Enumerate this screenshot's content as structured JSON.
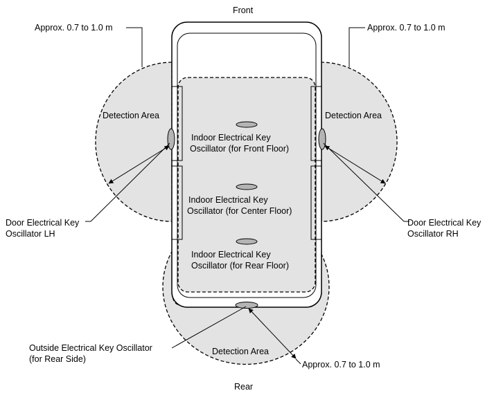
{
  "labels": {
    "front": "Front",
    "rear": "Rear",
    "approx_left": "Approx. 0.7 to 1.0 m",
    "approx_right": "Approx. 0.7 to 1.0 m",
    "approx_rear": "Approx. 0.7 to 1.0 m",
    "detection_left": "Detection Area",
    "detection_right": "Detection Area",
    "detection_rear": "Detection Area",
    "door_lh_line1": "Door Electrical Key",
    "door_lh_line2": "Oscillator LH",
    "door_rh_line1": "Door Electrical Key",
    "door_rh_line2": "Oscillator RH",
    "indoor_front_line1": "Indoor Electrical Key",
    "indoor_front_line2": "Oscillator (for Front Floor)",
    "indoor_center_line1": "Indoor Electrical Key",
    "indoor_center_line2": "Oscillator (for Center Floor)",
    "indoor_rear_line1": "Indoor Electrical Key",
    "indoor_rear_line2": "Oscillator (for Rear Floor)",
    "outside_line1": "Outside Electrical Key Oscillator",
    "outside_line2": "(for Rear Side)"
  }
}
